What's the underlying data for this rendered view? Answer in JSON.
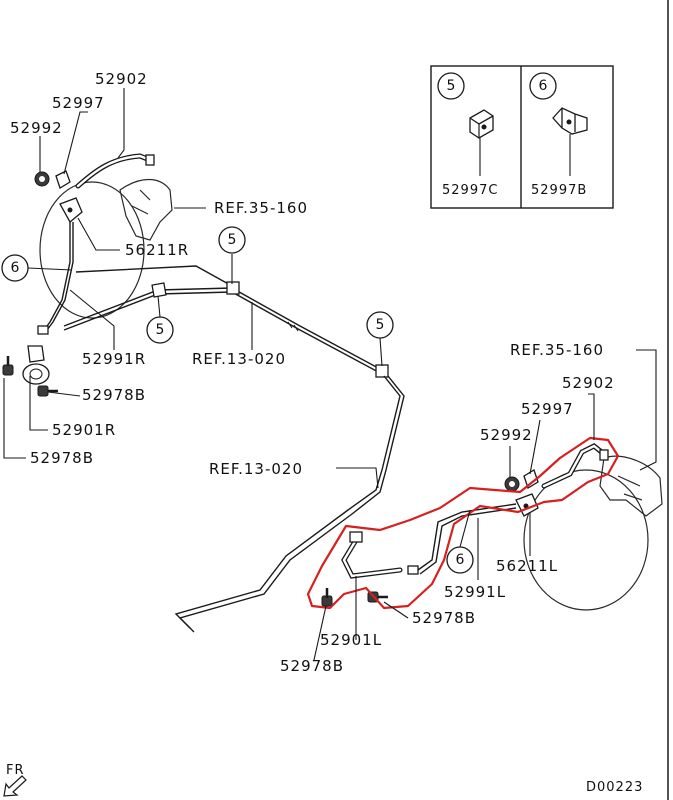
{
  "labels": {
    "l_52902": "52902",
    "l_52997": "52997",
    "l_52992": "52992",
    "l_ref35_left": "REF.35-160",
    "l_56211R": "56211R",
    "l_52991R": "52991R",
    "l_ref13_top": "REF.13-020",
    "l_52978B_a": "52978B",
    "l_52901R": "52901R",
    "l_52978B_b": "52978B",
    "l_ref35_right": "REF.35-160",
    "l_52902_r": "52902",
    "l_52997_r": "52997",
    "l_52992_r": "52992",
    "l_ref13_mid": "REF.13-020",
    "l_56211L": "56211L",
    "l_52991L": "52991L",
    "l_52978B_c": "52978B",
    "l_52901L": "52901L",
    "l_52978B_d": "52978B",
    "fr": "FR",
    "code": "D00223"
  },
  "callouts": {
    "c5_top": "5",
    "c6_left": "6",
    "c5_mid": "5",
    "c5_right": "5",
    "c6_lower": "6"
  },
  "inset": {
    "left_num": "5",
    "left_part": "52997C",
    "right_num": "6",
    "right_part": "52997B"
  },
  "colors": {
    "highlight": "#d62020",
    "ink": "#1a1a1a"
  }
}
